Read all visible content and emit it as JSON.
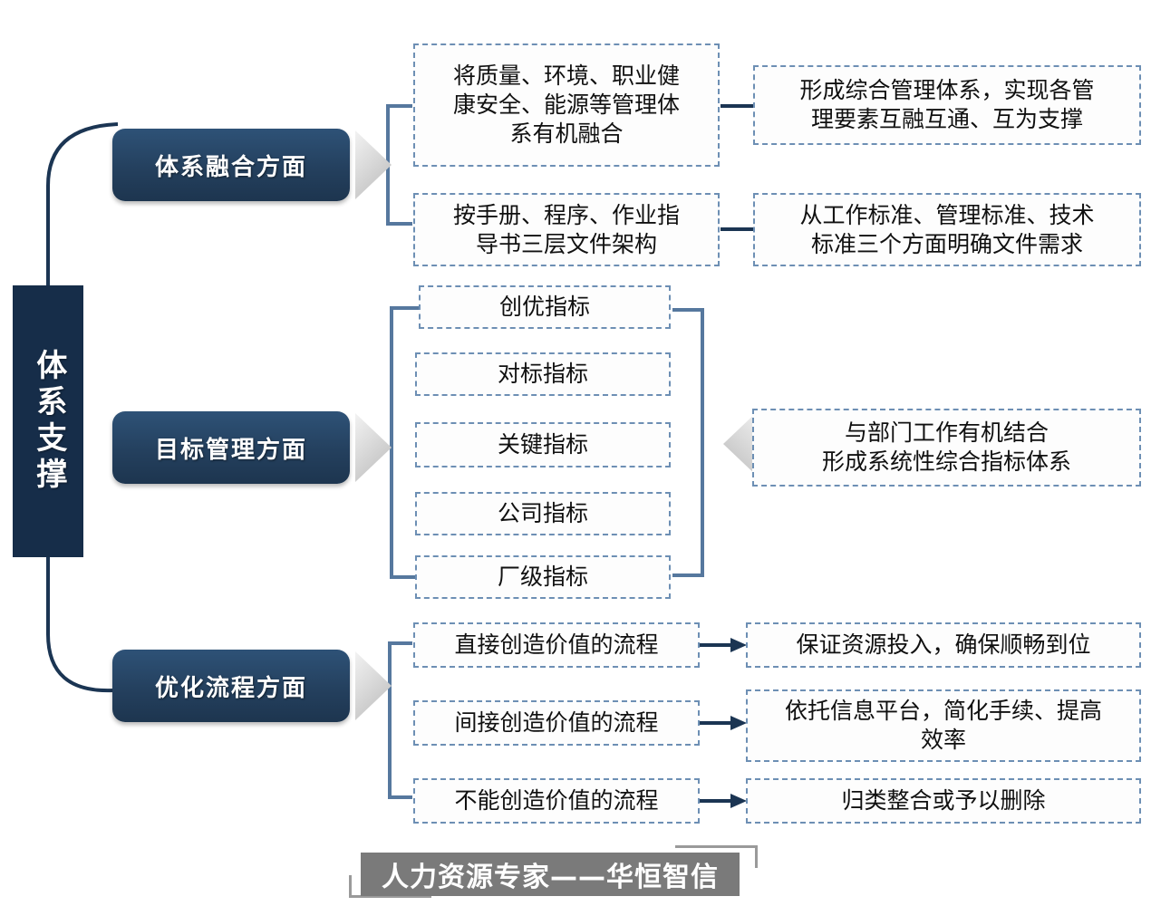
{
  "spine": {
    "label": "体系支撑"
  },
  "colors": {
    "spine_bg": "#162d49",
    "pill_bg": "#24405e",
    "dashed_border": "#6d8fb4",
    "arrow": "#1b3553",
    "chevron": "#d5d5d5",
    "footer_bg": "#7a7a7a"
  },
  "branches": [
    {
      "pill": "体系融合方面",
      "items": [
        {
          "source": "将质量、环境、职业健\n康安全、能源等管理体\n系有机融合",
          "target": "形成综合管理体系，实现各管\n理要素互融互通、互为支撑"
        },
        {
          "source": "按手册、程序、作业指\n导书三层文件架构",
          "target": "从工作标准、管理标准、技术\n标准三个方面明确文件需求"
        }
      ]
    },
    {
      "pill": "目标管理方面",
      "indicators": [
        "创优指标",
        "对标指标",
        "关键指标",
        "公司指标",
        "厂级指标"
      ],
      "summary": "与部门工作有机结合\n形成系统性综合指标体系"
    },
    {
      "pill": "优化流程方面",
      "items": [
        {
          "source": "直接创造价值的流程",
          "target": "保证资源投入，确保顺畅到位"
        },
        {
          "source": "间接创造价值的流程",
          "target": "依托信息平台，简化手续、提高\n效率"
        },
        {
          "source": "不能创造价值的流程",
          "target": "归类整合或予以删除"
        }
      ]
    }
  ],
  "footer": {
    "label": "人力资源专家——华恒智信"
  }
}
